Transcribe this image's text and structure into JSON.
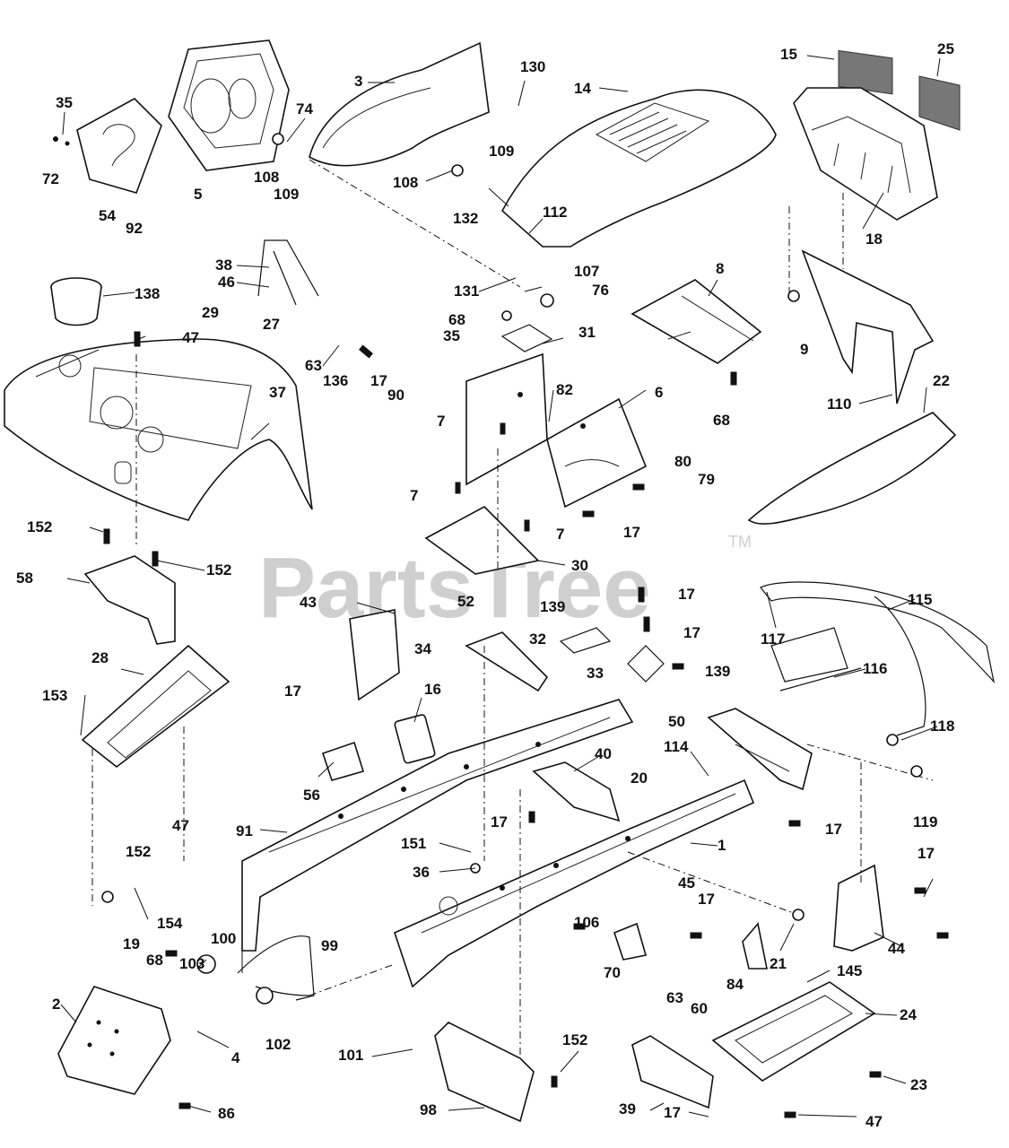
{
  "watermark": {
    "text": "PartsTree",
    "mark": "TM"
  },
  "callouts": [
    "130",
    "3",
    "14",
    "15",
    "25",
    "35",
    "74",
    "72",
    "108",
    "109",
    "5",
    "54",
    "92",
    "108",
    "109",
    "132",
    "112",
    "18",
    "38",
    "46",
    "138",
    "29",
    "27",
    "107",
    "131",
    "76",
    "68",
    "35",
    "31",
    "8",
    "9",
    "47",
    "63",
    "136",
    "17",
    "90",
    "82",
    "6",
    "68",
    "110",
    "22",
    "37",
    "7",
    "80",
    "79",
    "7",
    "17",
    "7",
    "152",
    "152",
    "30",
    "58",
    "17",
    "115",
    "43",
    "52",
    "139",
    "17",
    "117",
    "32",
    "34",
    "33",
    "139",
    "116",
    "28",
    "153",
    "16",
    "17",
    "50",
    "118",
    "56",
    "40",
    "114",
    "20",
    "47",
    "91",
    "17",
    "152",
    "151",
    "1",
    "17",
    "119",
    "36",
    "17",
    "154",
    "45",
    "17",
    "19",
    "100",
    "106",
    "68",
    "103",
    "99",
    "21",
    "44",
    "70",
    "63",
    "60",
    "84",
    "145",
    "2",
    "4",
    "102",
    "24",
    "101",
    "152",
    "23",
    "98",
    "39",
    "17",
    "86",
    "47"
  ]
}
